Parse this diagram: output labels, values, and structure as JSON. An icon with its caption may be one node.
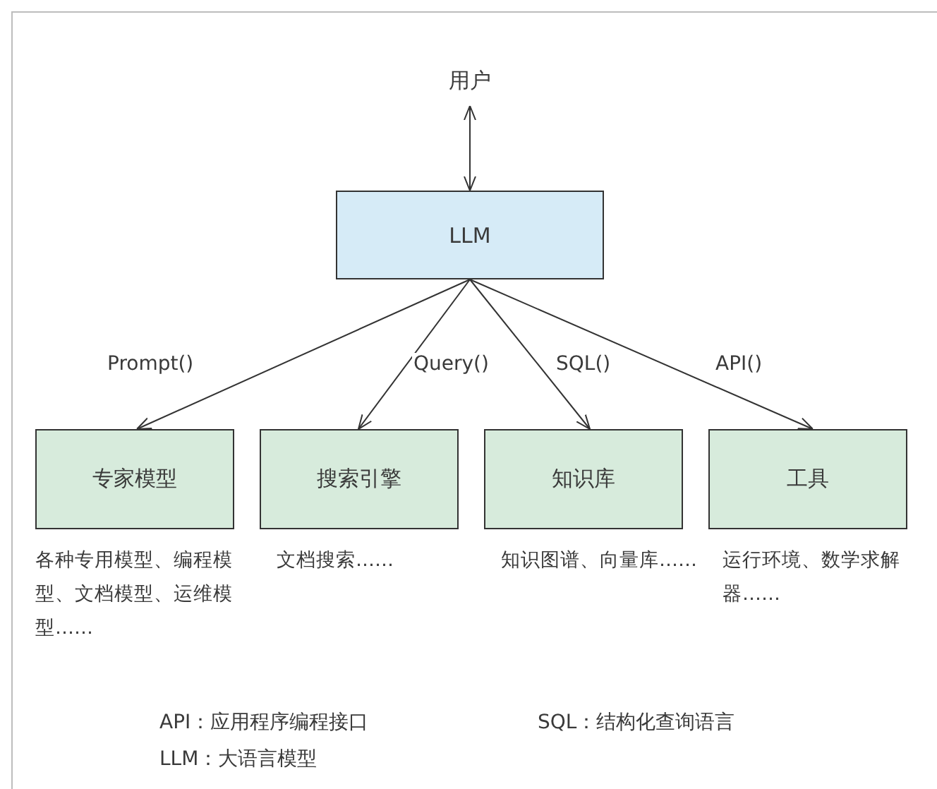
{
  "diagram": {
    "nodes": [
      {
        "text": [
          "用户"
        ]
      },
      {
        "text": [
          "LLM"
        ]
      },
      {
        "text": [
          "专家模型"
        ],
        "beside": [
          "各种专用模型、编程模型、文档模型、运维模型……"
        ]
      },
      {
        "text": [
          "搜索引擎"
        ],
        "beside": [
          "文档搜索……"
        ]
      },
      {
        "text": [
          "知识库"
        ],
        "beside": [
          "知识图谱、向量库……"
        ]
      },
      {
        "text": [
          "工具"
        ],
        "beside": [
          "运行环境、数学求解器……"
        ]
      }
    ],
    "edges": [
      {
        "from": 0,
        "to": 1,
        "arrow": "both"
      },
      {
        "from": 1,
        "to": 2,
        "arrow": "to",
        "label": "Prompt()"
      },
      {
        "from": 1,
        "to": 3,
        "arrow": "to",
        "label": "Query()"
      },
      {
        "from": 1,
        "to": 4,
        "arrow": "to",
        "label": "SQL()"
      },
      {
        "from": 1,
        "to": 5,
        "arrow": "to",
        "label": "API()"
      }
    ],
    "labels": [
      "API：应用程序编程接口",
      "SQL：结构化查询语言",
      "LLM：大语言模型"
    ]
  }
}
